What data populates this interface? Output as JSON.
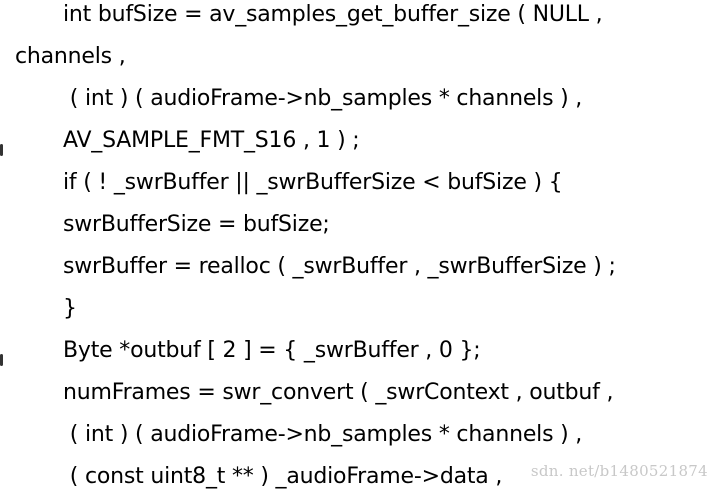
{
  "code_lines": [
    "int bufSize = av_samples_get_buffer_size ( NULL ,",
    "channels ,",
    " ( int ) ( audioFrame->nb_samples * channels ) ,",
    "AV_SAMPLE_FMT_S16 , 1 ) ;",
    "if ( ! _swrBuffer || _swrBufferSize < bufSize ) {",
    "swrBufferSize = bufSize;",
    "swrBuffer = realloc ( _swrBuffer , _swrBufferSize ) ;",
    "}",
    "Byte *outbuf [ 2 ] = { _swrBuffer , 0 };",
    "numFrames = swr_convert ( _swrContext , outbuf ,",
    " ( int ) ( audioFrame->nb_samples * channels ) ,",
    " ( const uint8_t ** ) _audioFrame->data ,"
  ],
  "watermark": "sdn. net/b1480521874"
}
